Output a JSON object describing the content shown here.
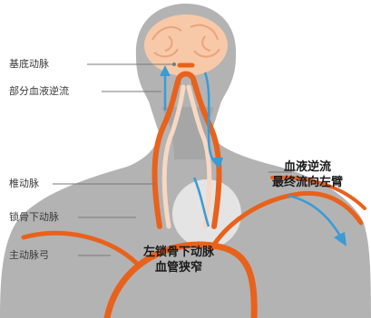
{
  "labels": {
    "basilar_artery": "基底动脉",
    "partial_reverse_flow": "部分血液逆流",
    "vertebral_artery": "椎动脉",
    "subclavian_artery": "锁骨下动脉",
    "aortic_arch": "主动脉弓"
  },
  "callouts": {
    "reverse_flow_line1": "血液逆流",
    "reverse_flow_line2": "最终流向左臂",
    "stenosis_line1": "左锁骨下动脉",
    "stenosis_line2": "血管狭窄"
  },
  "colors": {
    "body": "#b3b3b3",
    "body_shadow": "#9e9e9e",
    "artery": "#e8621c",
    "artery_light": "#f6d8c4",
    "flow_arrow": "#3a9bd5",
    "brain": "#f7c9a8",
    "leader": "#7a7a7a"
  }
}
